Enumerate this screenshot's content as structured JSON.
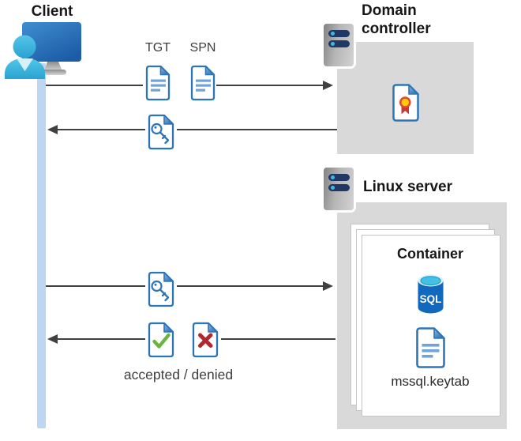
{
  "nodes": {
    "client": {
      "label": "Client",
      "icon": "user-monitor-icon"
    },
    "domain_controller": {
      "label": "Domain controller",
      "icon": "server-icon",
      "content_icon": "certificate-icon"
    },
    "linux_server": {
      "label": "Linux server",
      "icon": "server-icon"
    },
    "container": {
      "label": "Container",
      "database_badge": "SQL",
      "database_icon": "sql-database-icon",
      "keytab_file": "mssql.keytab",
      "keytab_icon": "document-icon"
    }
  },
  "flows": {
    "client_to_dc": {
      "tgt_label": "TGT",
      "spn_label": "SPN",
      "icons": [
        "ticket-document-icon",
        "ticket-document-icon"
      ]
    },
    "dc_to_client": {
      "icon": "key-document-icon"
    },
    "client_to_container": {
      "icon": "key-document-icon"
    },
    "container_to_client": {
      "result_label": "accepted / denied",
      "icons": [
        "accepted-check-document-icon",
        "denied-x-document-icon"
      ]
    }
  },
  "colors": {
    "doc_border_blue": "#2e75b6",
    "doc_line_blue": "#6fa3da",
    "fold_light_blue": "#8fbde8",
    "lifeline_blue": "#bdd7f2",
    "box_gray": "#d9d9d9",
    "arrow_gray": "#404040",
    "server_navy": "#1f3864",
    "server_dot_cyan": "#3fb9e4",
    "person_cyan": "#3fbce2",
    "monitor_blue": "#2a6fb8",
    "sql_body_blue": "#1168bc",
    "sql_top_cyan": "#43c0e5",
    "check_green": "#6cb33f",
    "deny_red": "#b2282e",
    "cert_gold": "#ffcb05",
    "cert_ribbon_red": "#c13b38"
  }
}
